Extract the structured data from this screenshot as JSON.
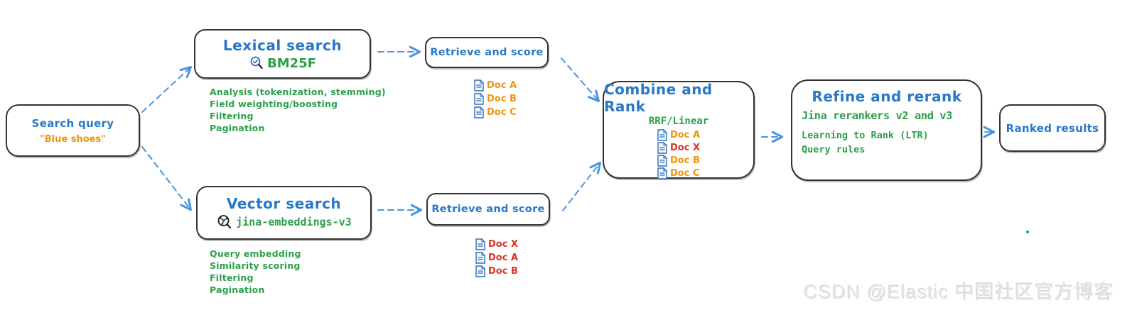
{
  "nodes": {
    "search_query": {
      "title": "Search query",
      "value": "\"Blue shoes\""
    },
    "lexical_search": {
      "title": "Lexical search",
      "engine": "BM25F",
      "features": [
        "Analysis (tokenization, stemming)",
        "Field weighting/boosting",
        "Filtering",
        "Pagination"
      ]
    },
    "vector_search": {
      "title": "Vector search",
      "engine": "jina-embeddings-v3",
      "features": [
        "Query embedding",
        "Similarity scoring",
        "Filtering",
        "Pagination"
      ]
    },
    "retrieve_lexical": {
      "title": "Retrieve and score",
      "docs": [
        {
          "label": "Doc A",
          "color": "orange"
        },
        {
          "label": "Doc B",
          "color": "orange"
        },
        {
          "label": "Doc C",
          "color": "orange"
        }
      ]
    },
    "retrieve_vector": {
      "title": "Retrieve and score",
      "docs": [
        {
          "label": "Doc X",
          "color": "red"
        },
        {
          "label": "Doc A",
          "color": "red"
        },
        {
          "label": "Doc B",
          "color": "red"
        }
      ]
    },
    "combine": {
      "title": "Combine and Rank",
      "method": "RRF/Linear",
      "docs": [
        {
          "label": "Doc A",
          "color": "orange"
        },
        {
          "label": "Doc X",
          "color": "red"
        },
        {
          "label": "Doc B",
          "color": "orange"
        },
        {
          "label": "Doc C",
          "color": "orange"
        }
      ]
    },
    "refine": {
      "title": "Refine and rerank",
      "lines": [
        "Jina rerankers v2 and v3",
        "Learning to Rank (LTR)",
        "Query rules"
      ]
    },
    "ranked_results": {
      "title": "Ranked results"
    }
  },
  "watermark": "CSDN @Elastic 中国社区官方博客",
  "colors": {
    "heading_blue": "#2878c8",
    "accent_green": "#2da04b",
    "doc_orange": "#ee9410",
    "doc_red": "#d6362a",
    "arrow_blue": "#4b94dc",
    "border_dark": "#333333",
    "watermark_gray": "#e3e3e3"
  }
}
